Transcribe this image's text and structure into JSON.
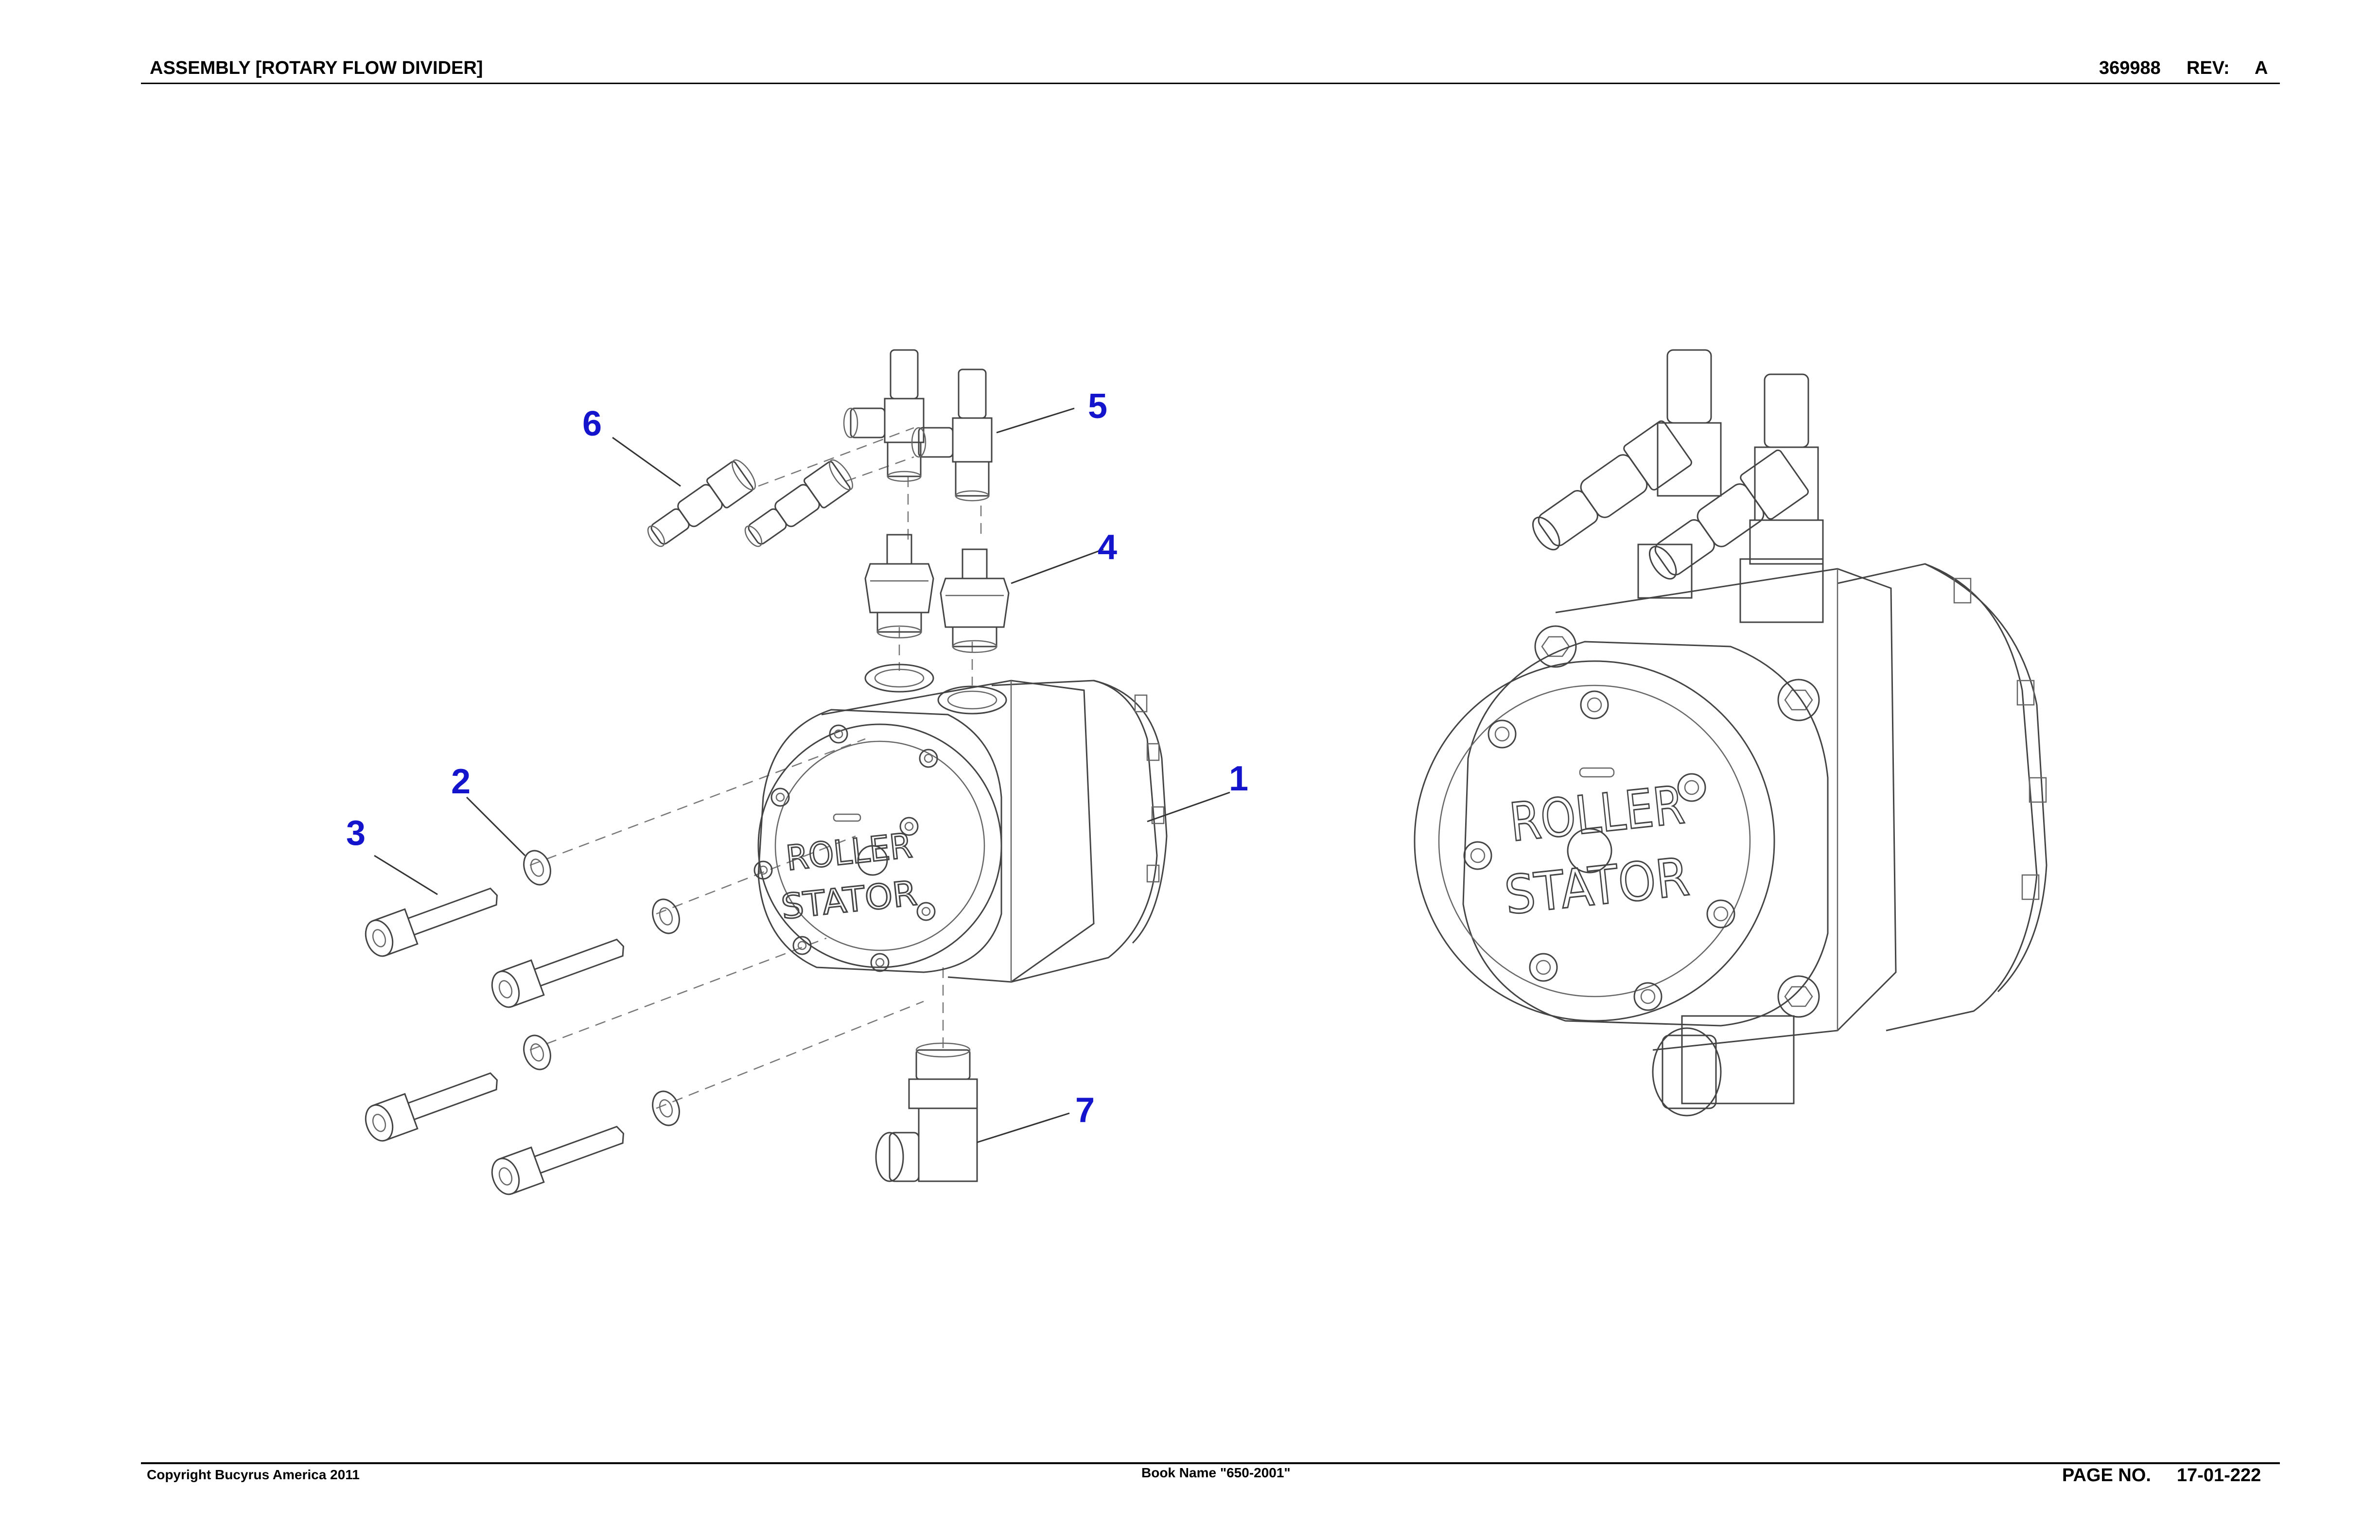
{
  "header": {
    "title": "ASSEMBLY [ROTARY FLOW DIVIDER]",
    "part_number": "369988",
    "rev_label": "REV:",
    "rev_value": "A"
  },
  "footer": {
    "copyright": "Copyright Bucyrus America 2011",
    "book_name": "Book Name \"650-2001\"",
    "page_label": "PAGE NO.",
    "page_value": "17-01-222"
  },
  "figure": {
    "callouts": [
      "1",
      "2",
      "3",
      "4",
      "5",
      "6",
      "7"
    ],
    "motor_label_line1": "ROLLER",
    "motor_label_line2": "STATOR"
  },
  "colors": {
    "callout": "#1414cc",
    "linework": "#444444",
    "text": "#000000"
  }
}
